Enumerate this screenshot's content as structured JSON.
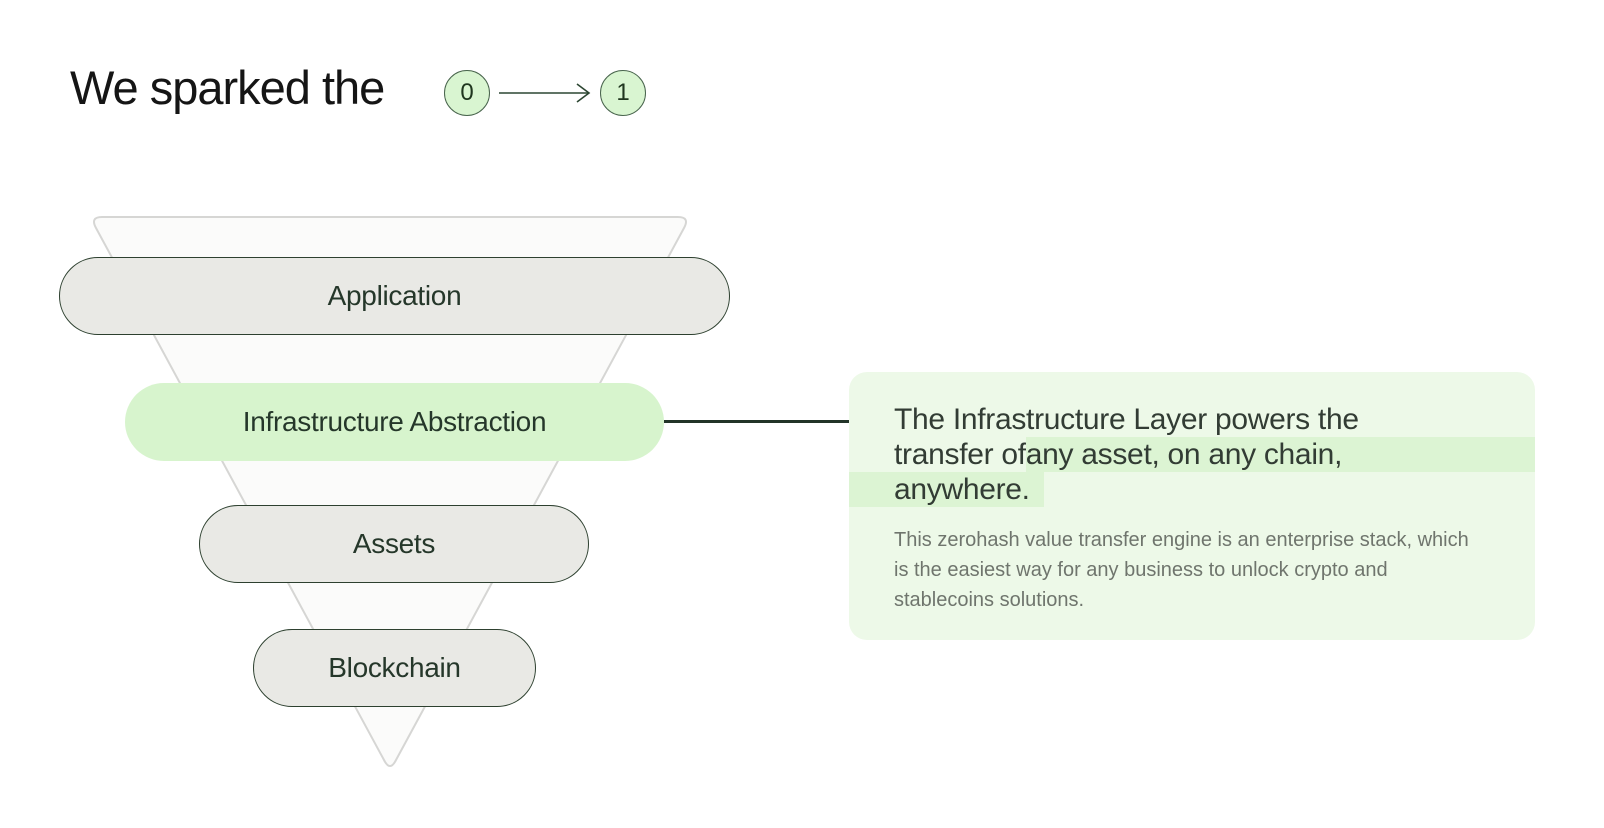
{
  "header": {
    "title": "We sparked the",
    "zero_label": "0",
    "one_label": "1"
  },
  "funnel": {
    "layers": [
      {
        "label": "Application",
        "variant": "gray"
      },
      {
        "label": "Infrastructure Abstraction",
        "variant": "green"
      },
      {
        "label": "Assets",
        "variant": "gray"
      },
      {
        "label": "Blockchain",
        "variant": "gray"
      }
    ]
  },
  "callout": {
    "headline_line1": "The Infrastructure Layer powers the",
    "headline_line2_plain": "transfer of ",
    "headline_line2_highlight": "any asset, on any chain,",
    "headline_line3_highlight": "anywhere.",
    "body": "This zerohash value transfer engine is an enterprise stack, which is the easiest way for any business to unlock crypto and stablecoins solutions."
  },
  "colors": {
    "page-bg": "#ffffff",
    "title-color": "#151515",
    "badge-fill": "#d9f5d1",
    "badge-border": "#48644c",
    "badge-text": "#20361f",
    "arrow-color": "#2c4632",
    "triangle-stroke": "#d6d6d4",
    "triangle-fill": "#fbfbfa",
    "pill-gray-fill": "#e9e9e5",
    "pill-border": "#2d402f",
    "pill-green-fill": "#d7f4cd",
    "pill-text": "#25372a",
    "connector-color": "#223428",
    "panel-bg": "#edf9e8",
    "highlight": "#dcf4d3",
    "headline-color": "#323c34",
    "body-color": "#6f756d"
  }
}
